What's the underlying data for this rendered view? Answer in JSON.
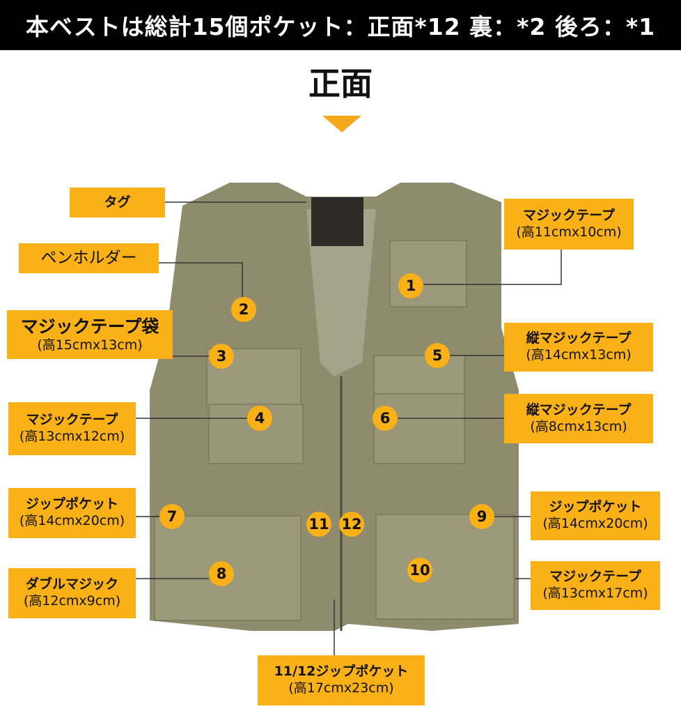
{
  "banner": "本ベストは総計15個ポケット：正面*12 裏：*2 後ろ：*1",
  "title": "正面",
  "accent": "#fab117",
  "labels": [
    {
      "a": "タグ",
      "b": ""
    },
    {
      "a": "ペンホルダー",
      "b": ""
    },
    {
      "a": "マジックテープ袋",
      "b": "(高15cmx13cm)"
    },
    {
      "a": "マジックテープ",
      "b": "(高13cmx12cm)"
    },
    {
      "a": "ジップポケット",
      "b": "(高14cmx20cm)"
    },
    {
      "a": "ダブルマジック",
      "b": "(高12cmx9cm)"
    },
    {
      "a": "マジックテープ",
      "b": "(高11cmx10cm)"
    },
    {
      "a": "縦マジックテープ",
      "b": "(高14cmx13cm)"
    },
    {
      "a": "縦マジックテープ",
      "b": "(高8cmx13cm)"
    },
    {
      "a": "ジップポケット",
      "b": "(高14cmx20cm)"
    },
    {
      "a": "マジックテープ",
      "b": "(高13cmx17cm)"
    },
    {
      "a": "11/12ジップポケット",
      "b": "(高17cmx23cm)"
    }
  ],
  "numbers": [
    "1",
    "2",
    "3",
    "4",
    "5",
    "6",
    "7",
    "8",
    "9",
    "10",
    "11",
    "12"
  ]
}
